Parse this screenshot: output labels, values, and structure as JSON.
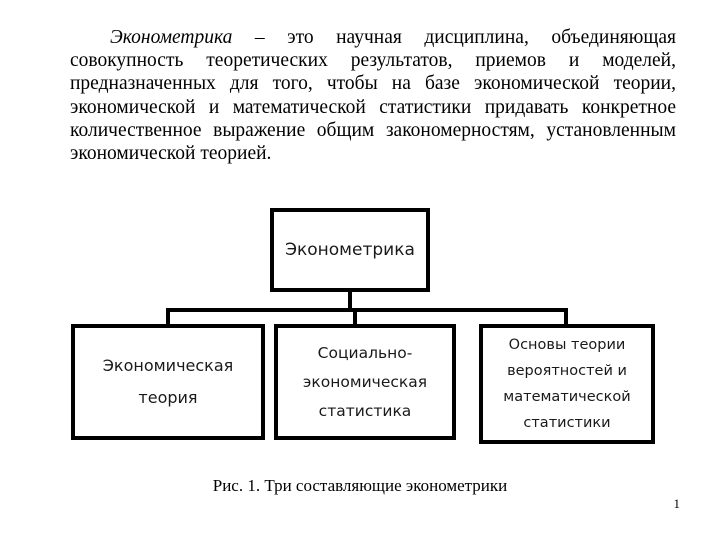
{
  "paragraph": {
    "term": "Эконометрика",
    "rest": " – это научная дисциплина, объединяющая совокупность теоретических результатов, приемов и моделей, предназначенных для того, чтобы на базе экономической теории, экономической и математической статистики придавать конкретное количественное выражение общим закономерностям, установленным экономической теорией."
  },
  "diagram": {
    "root": "Эконометрика",
    "children": [
      {
        "lines": [
          "Экономическая",
          "теория"
        ]
      },
      {
        "lines": [
          "Социально-",
          "экономическая",
          "статистика"
        ]
      },
      {
        "lines": [
          "Основы теории",
          "вероятностей и",
          "математической",
          "статистики"
        ]
      }
    ]
  },
  "caption": "Рис. 1. Три составляющие эконометрики",
  "page_number": "1"
}
